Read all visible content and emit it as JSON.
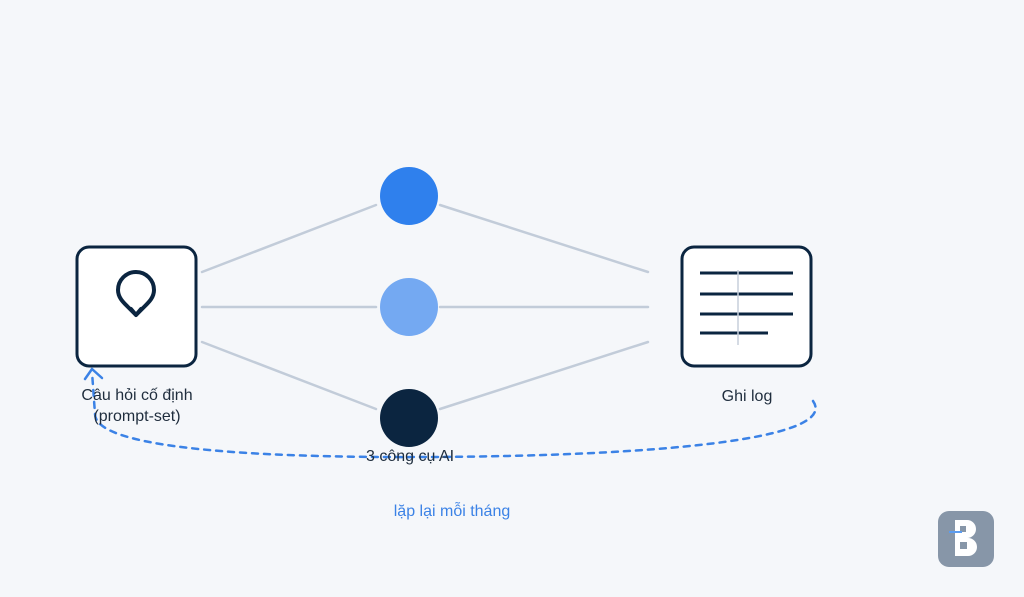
{
  "nodes": {
    "prompt_set": {
      "label_line1": "Câu hỏi cố định",
      "label_line2": "(prompt-set)"
    },
    "ai_tools": {
      "label": "3 công cụ AI"
    },
    "log": {
      "label": "Ghi log"
    }
  },
  "loop": {
    "label": "lặp lại mỗi tháng"
  },
  "icons": {
    "prompt_icon": "lightbulb-icon",
    "log_icon": "document-lines-icon",
    "logo": "brand-logo-icon"
  },
  "colors": {
    "background": "#f5f7fa",
    "box_border": "#0b2540",
    "connector": "#c2ccd9",
    "circle_top": "#2f80ed",
    "circle_mid": "#74a9f2",
    "circle_bottom": "#0b2540",
    "loop_accent": "#3b82e6",
    "text_dark": "#1f2d3d",
    "logo_bg": "#8796a8"
  }
}
